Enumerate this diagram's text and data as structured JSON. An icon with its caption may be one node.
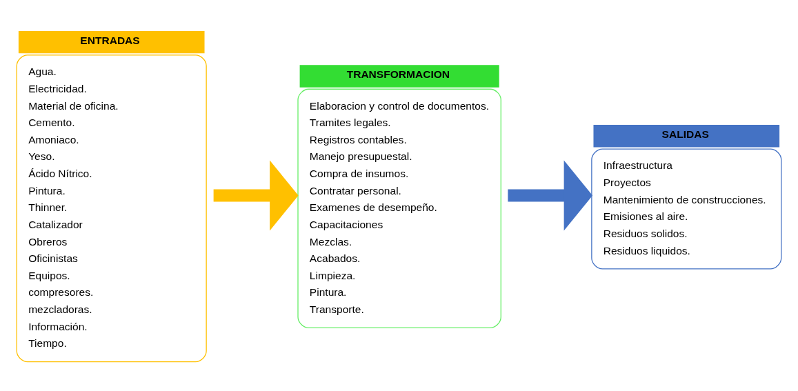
{
  "diagram": {
    "nodes": [
      {
        "text": [
          "ENTRADAS",
          "Agua.",
          "Electricidad.",
          "Material de oficina.",
          "Cemento.",
          "Amoniaco.",
          "Yeso.",
          "Ácido Nítrico.",
          "Pintura.",
          "Thinner.",
          "Catalizador",
          "Obreros",
          "Oficinistas",
          "Equipos.",
          "compresores.",
          "mezcladoras.",
          "Información.",
          "Tiempo."
        ]
      },
      {
        "text": [
          "TRANSFORMACION",
          "Elaboracion y control de documentos.",
          "Tramites legales.",
          "Registros contables.",
          "Manejo presupuestal.",
          "Compra de insumos.",
          "Contratar personal.",
          "Examenes de desempeño.",
          "Capacitaciones",
          "Mezclas.",
          "Acabados.",
          "Limpieza.",
          "Pintura.",
          "Transporte."
        ]
      },
      {
        "text": [
          "SALIDAS",
          "Infraestructura",
          "Proyectos",
          "Mantenimiento de construcciones.",
          "Emisiones al aire.",
          "Residuos solidos.",
          "Residuos liquidos."
        ]
      }
    ],
    "edges": [
      {
        "from": 0,
        "to": 1,
        "arrow": "to",
        "color": "#ffc000"
      },
      {
        "from": 1,
        "to": 2,
        "arrow": "to",
        "color": "#4472c4"
      }
    ]
  }
}
